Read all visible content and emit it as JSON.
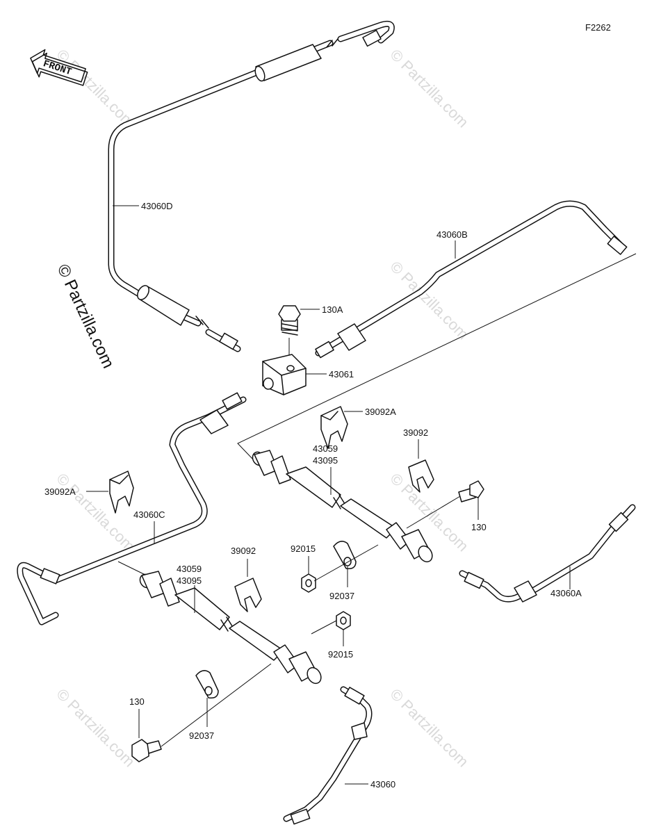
{
  "figure_code": "F2262",
  "front_label": "FRONT",
  "copyright_text": "© Partzilla.com",
  "watermark_text": "© Partzilla.com",
  "labels": {
    "p43060D": "43060D",
    "p43060B": "43060B",
    "p130A": "130A",
    "p43061": "43061",
    "p39092A_top": "39092A",
    "p43059_top": "43059",
    "p43095_top": "43095",
    "p39092_top": "39092",
    "p130_right": "130",
    "p92015_mid": "92015",
    "p92037_mid": "92037",
    "p43060A": "43060A",
    "p39092A_left": "39092A",
    "p43060C": "43060C",
    "p43059_bottom": "43059",
    "p43095_bottom": "43095",
    "p39092_bottom": "39092",
    "p92015_bottom": "92015",
    "p130_bottom": "130",
    "p92037_bottom": "92037",
    "p43060": "43060"
  }
}
